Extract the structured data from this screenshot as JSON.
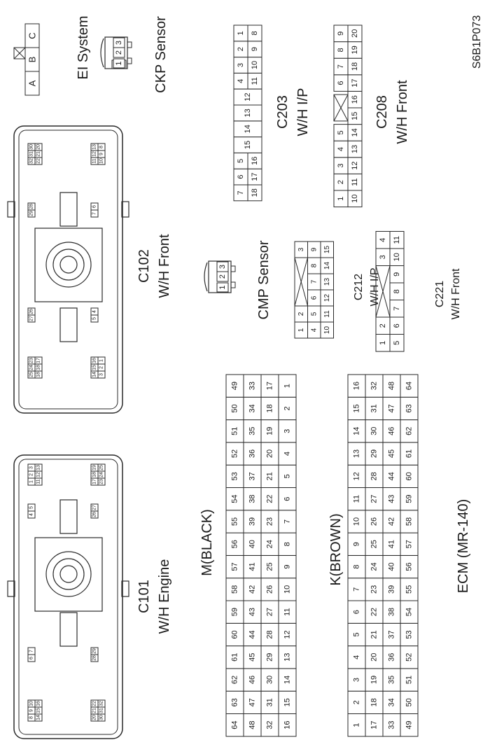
{
  "figure_id": "S6B1P073",
  "ei_system": {
    "label": "EI System",
    "pins_top": [
      "C",
      "B",
      "A"
    ]
  },
  "ckp_sensor": {
    "label": "CKP Sensor",
    "pins": [
      "1",
      "2",
      "3"
    ]
  },
  "cmp_sensor": {
    "label": "CMP Sensor",
    "pins": [
      "1",
      "2",
      "3"
    ]
  },
  "c101": {
    "name": "C101",
    "sub": "W/H Engine",
    "groups": [
      [
        "3",
        "2",
        "1",
        "13",
        "12",
        "11"
      ],
      [
        "5",
        "4"
      ],
      [
        "19",
        "18",
        "17",
        "25",
        "24",
        "23"
      ],
      [
        "27",
        "26"
      ],
      [
        "7",
        "6"
      ],
      [
        "29",
        "28"
      ],
      [
        "10",
        "9",
        "8",
        "16",
        "15",
        "14"
      ],
      [
        "22",
        "21",
        "20",
        "32",
        "31",
        "30"
      ]
    ]
  },
  "c102": {
    "name": "C102",
    "sub": "W/H Front",
    "groups": [
      [
        "30",
        "31",
        "32",
        "20",
        "21",
        "22"
      ],
      [
        "28",
        "29"
      ],
      [
        "13",
        "12",
        "11",
        "8",
        "9",
        "10"
      ],
      [
        "6",
        "7"
      ],
      [
        "26",
        "27"
      ],
      [
        "4",
        "5"
      ],
      [
        "23",
        "24",
        "25",
        "17",
        "18",
        "18"
      ],
      [
        "16",
        "15",
        "14",
        "1",
        "2",
        "3"
      ]
    ]
  },
  "c203": {
    "name": "C203",
    "sub": "W/H I/P",
    "row_top": [
      "7",
      "6",
      "5",
      "15",
      "14",
      "13",
      "12",
      "4",
      "3",
      "2",
      "1"
    ],
    "row_bottom": [
      "18",
      "17",
      "16",
      "",
      "",
      "",
      "",
      "11",
      "10",
      "9",
      "8"
    ]
  },
  "c208": {
    "name": "C208",
    "sub": "W/H Front",
    "row_top": [
      "1",
      "2",
      "3",
      "4",
      "5",
      "",
      "6",
      "7",
      "8",
      "9"
    ],
    "row_bottom": [
      "10",
      "11",
      "12",
      "13",
      "14",
      "15",
      "16",
      "17",
      "18",
      "19",
      "20"
    ]
  },
  "c212": {
    "name": "C212",
    "sub": "W/H I/P",
    "row1": [
      "1",
      "2",
      "",
      "3"
    ],
    "row2": [
      "4",
      "5",
      "6",
      "7",
      "8",
      "9"
    ],
    "row3": [
      "10",
      "11",
      "12",
      "13",
      "14",
      "15"
    ]
  },
  "c221": {
    "name": "C221",
    "sub": "W/H Front",
    "row1": [
      "1",
      "2",
      "",
      "3",
      "4"
    ],
    "row2": [
      "5",
      "6",
      "7",
      "8",
      "9",
      "10",
      "11"
    ]
  },
  "m_black": {
    "label": "M(BLACK)",
    "rows": [
      [
        "64",
        "63",
        "62",
        "61",
        "60",
        "59",
        "58",
        "57",
        "56",
        "55",
        "54",
        "53",
        "52",
        "51",
        "50",
        "49"
      ],
      [
        "48",
        "47",
        "46",
        "45",
        "44",
        "43",
        "42",
        "41",
        "40",
        "39",
        "38",
        "37",
        "36",
        "35",
        "34",
        "33"
      ],
      [
        "32",
        "31",
        "30",
        "29",
        "28",
        "27",
        "26",
        "25",
        "24",
        "23",
        "22",
        "21",
        "20",
        "19",
        "18",
        "17"
      ],
      [
        "16",
        "15",
        "14",
        "13",
        "12",
        "11",
        "10",
        "9",
        "8",
        "7",
        "6",
        "5",
        "4",
        "3",
        "2",
        "1"
      ]
    ]
  },
  "k_brown": {
    "label": "K(BROWN)",
    "rows": [
      [
        "1",
        "2",
        "3",
        "4",
        "5",
        "6",
        "7",
        "8",
        "9",
        "10",
        "11",
        "12",
        "13",
        "14",
        "15",
        "16"
      ],
      [
        "17",
        "18",
        "19",
        "20",
        "21",
        "22",
        "23",
        "24",
        "25",
        "26",
        "27",
        "28",
        "29",
        "30",
        "31",
        "32"
      ],
      [
        "33",
        "34",
        "35",
        "36",
        "37",
        "38",
        "39",
        "40",
        "41",
        "42",
        "43",
        "44",
        "45",
        "46",
        "47",
        "48"
      ],
      [
        "49",
        "50",
        "51",
        "52",
        "53",
        "54",
        "55",
        "56",
        "57",
        "58",
        "59",
        "60",
        "61",
        "62",
        "63",
        "64"
      ]
    ]
  },
  "ecm_label": "ECM (MR-140)"
}
